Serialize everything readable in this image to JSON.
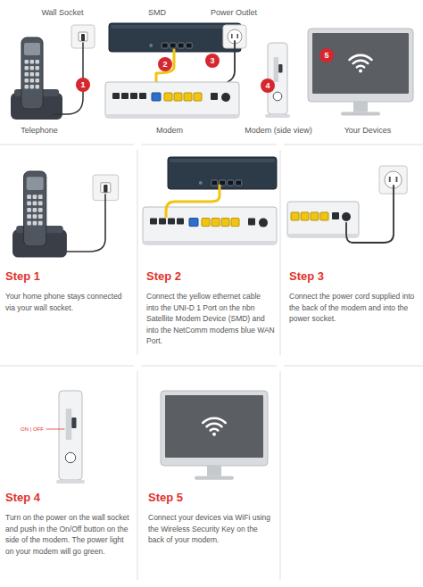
{
  "diagram": {
    "nodes": [
      {
        "text": [
          "Step 1",
          "Your home phone stays connected via your wall socket."
        ]
      },
      {
        "text": [
          "Step 2",
          "Connect the yellow ethernet cable into the UNI-D 1 Port on the nbn Satellite Modem Device (SMD) and into the NetComm modems blue WAN Port."
        ]
      },
      {
        "text": [
          "Step 3",
          "Connect the power cord supplied into the back of the modem and into the power socket."
        ]
      },
      {
        "text": [
          "Step 4",
          "Turn on the power on the wall socket and push in the On/Off button on the side of the modem. The power light on your modem will go green."
        ]
      },
      {
        "text": [
          "Step 5",
          "Connect your devices via WiFi using the Wireless Security Key on the back of your modem."
        ]
      }
    ],
    "labels": [
      "Wall Socket",
      "SMD",
      "Power Outlet",
      "Telephone",
      "Modem",
      "Modem (side view)",
      "Your Devices",
      "1",
      "2",
      "3",
      "4",
      "5",
      "ON | OFF"
    ]
  }
}
